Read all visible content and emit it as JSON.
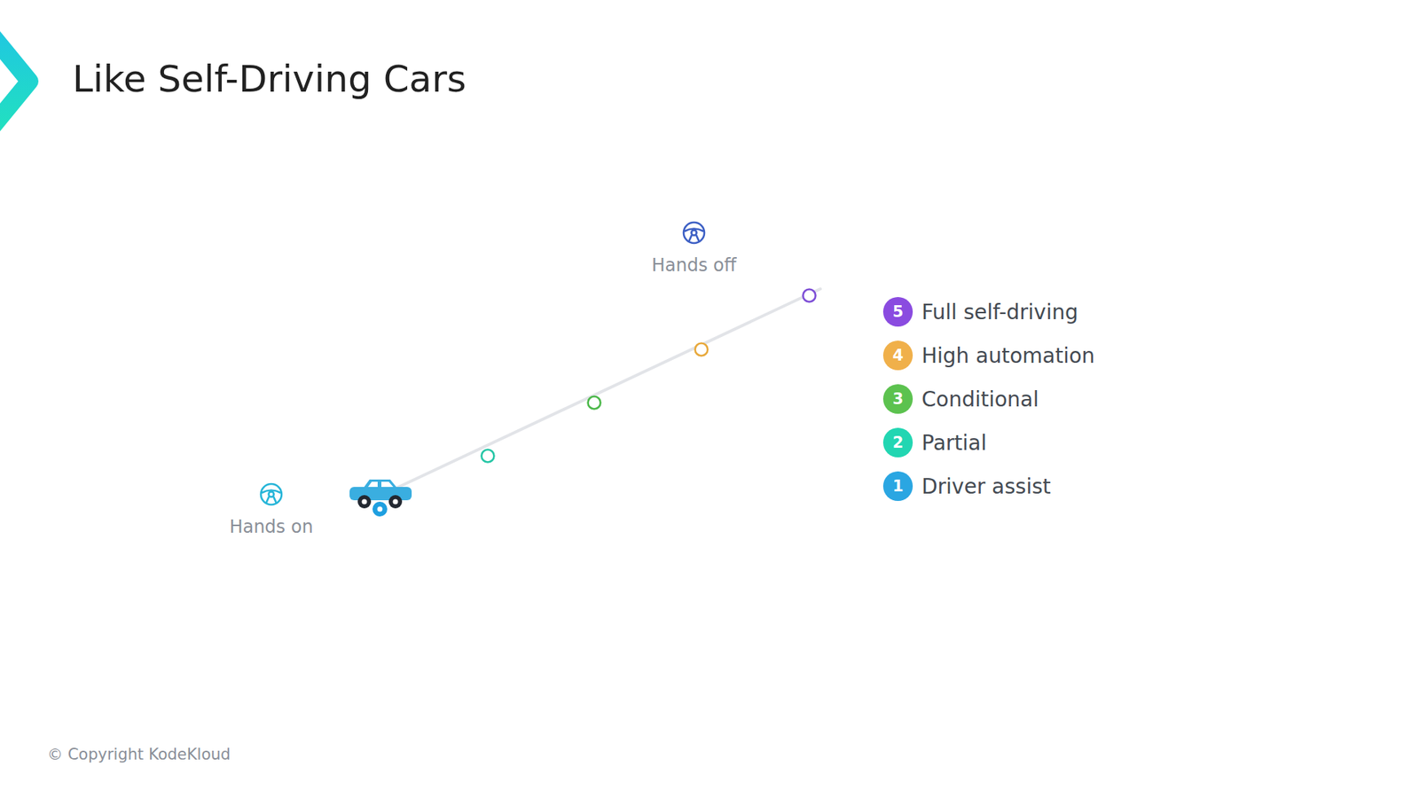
{
  "diagram": {
    "title": "Like Self-Driving Cars",
    "labels": [
      "Hands off",
      "5",
      "4",
      "3",
      "2",
      "1",
      "Hands on",
      "© Copyright KodeKloud"
    ],
    "legend": [
      {
        "text": "Full self-driving",
        "color": "#8a4be0"
      },
      {
        "text": "High automation",
        "color": "#f0b04a"
      },
      {
        "text": "Conditional",
        "color": "#5cc24f"
      },
      {
        "text": "Partial",
        "color": "#22d6b2"
      },
      {
        "text": "Driver assist",
        "color": "#2aa6e2"
      }
    ]
  }
}
